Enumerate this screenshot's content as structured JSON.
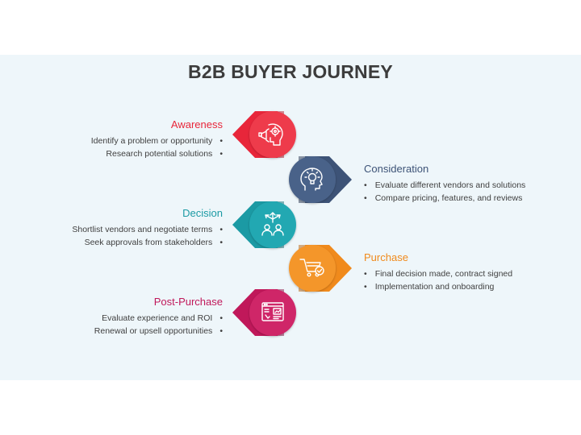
{
  "title": "B2B BUYER JOURNEY",
  "stages": [
    {
      "name": "Awareness",
      "color": "#e8263a",
      "icon": "head-gear-megaphone-icon",
      "points": [
        "Identify a problem or opportunity",
        "Research potential solutions"
      ]
    },
    {
      "name": "Consideration",
      "color": "#3d5377",
      "icon": "head-lightbulb-icon",
      "points": [
        "Evaluate different vendors and solutions",
        "Compare pricing, features, and reviews"
      ]
    },
    {
      "name": "Decision",
      "color": "#1b9aa4",
      "icon": "people-arrows-icon",
      "points": [
        "Shortlist vendors and negotiate terms",
        "Seek approvals from stakeholders"
      ]
    },
    {
      "name": "Purchase",
      "color": "#f08a1c",
      "icon": "shopping-cart-icon",
      "points": [
        "Final decision made, contract signed",
        "Implementation and onboarding"
      ]
    },
    {
      "name": "Post-Purchase",
      "color": "#c0185a",
      "icon": "browser-chart-icon",
      "points": [
        "Evaluate experience and ROI",
        "Renewal or upsell opportunities"
      ]
    }
  ],
  "bullet_char": "•"
}
